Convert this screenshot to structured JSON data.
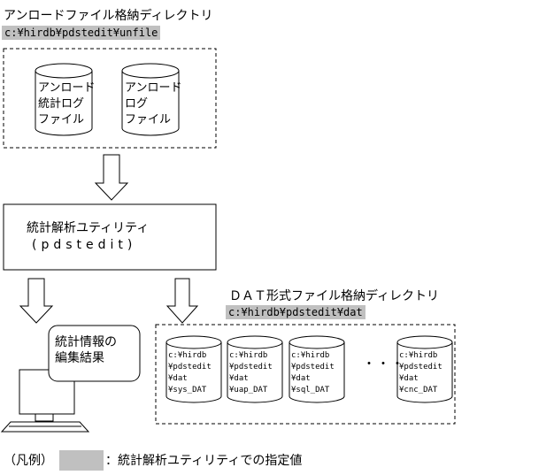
{
  "unload_dir": {
    "title": "アンロードファイル格納ディレクトリ",
    "path": "c:¥hirdb¥pdstedit¥unfile",
    "files": [
      {
        "lines": [
          "アンロード",
          "統計ログ",
          "ファイル"
        ]
      },
      {
        "lines": [
          "アンロード",
          "ログ",
          "ファイル"
        ]
      }
    ]
  },
  "utility": {
    "name": "統計解析ユティリティ",
    "command": "(pdstedit)"
  },
  "dat_dir": {
    "title": "ＤＡＴ形式ファイル格納ディレクトリ",
    "path": "c:¥hirdb¥pdstedit¥dat",
    "files": [
      {
        "lines": [
          "c:¥hirdb",
          "¥pdstedit",
          "¥dat",
          "¥sys_DAT"
        ]
      },
      {
        "lines": [
          "c:¥hirdb",
          "¥pdstedit",
          "¥dat",
          "¥uap_DAT"
        ]
      },
      {
        "lines": [
          "c:¥hirdb",
          "¥pdstedit",
          "¥dat",
          "¥sql_DAT"
        ]
      },
      {
        "lines": [
          "c:¥hirdb",
          "¥pdstedit",
          "¥dat",
          "¥cnc_DAT"
        ]
      }
    ],
    "ellipsis": "・・・"
  },
  "result": {
    "lines": [
      "統計情報の",
      "編集結果"
    ]
  },
  "legend": {
    "label": "（凡例）",
    "description": "：統計解析ユティリティでの指定値"
  },
  "colors": {
    "highlight": "#c0c0c0",
    "line": "#000000"
  }
}
